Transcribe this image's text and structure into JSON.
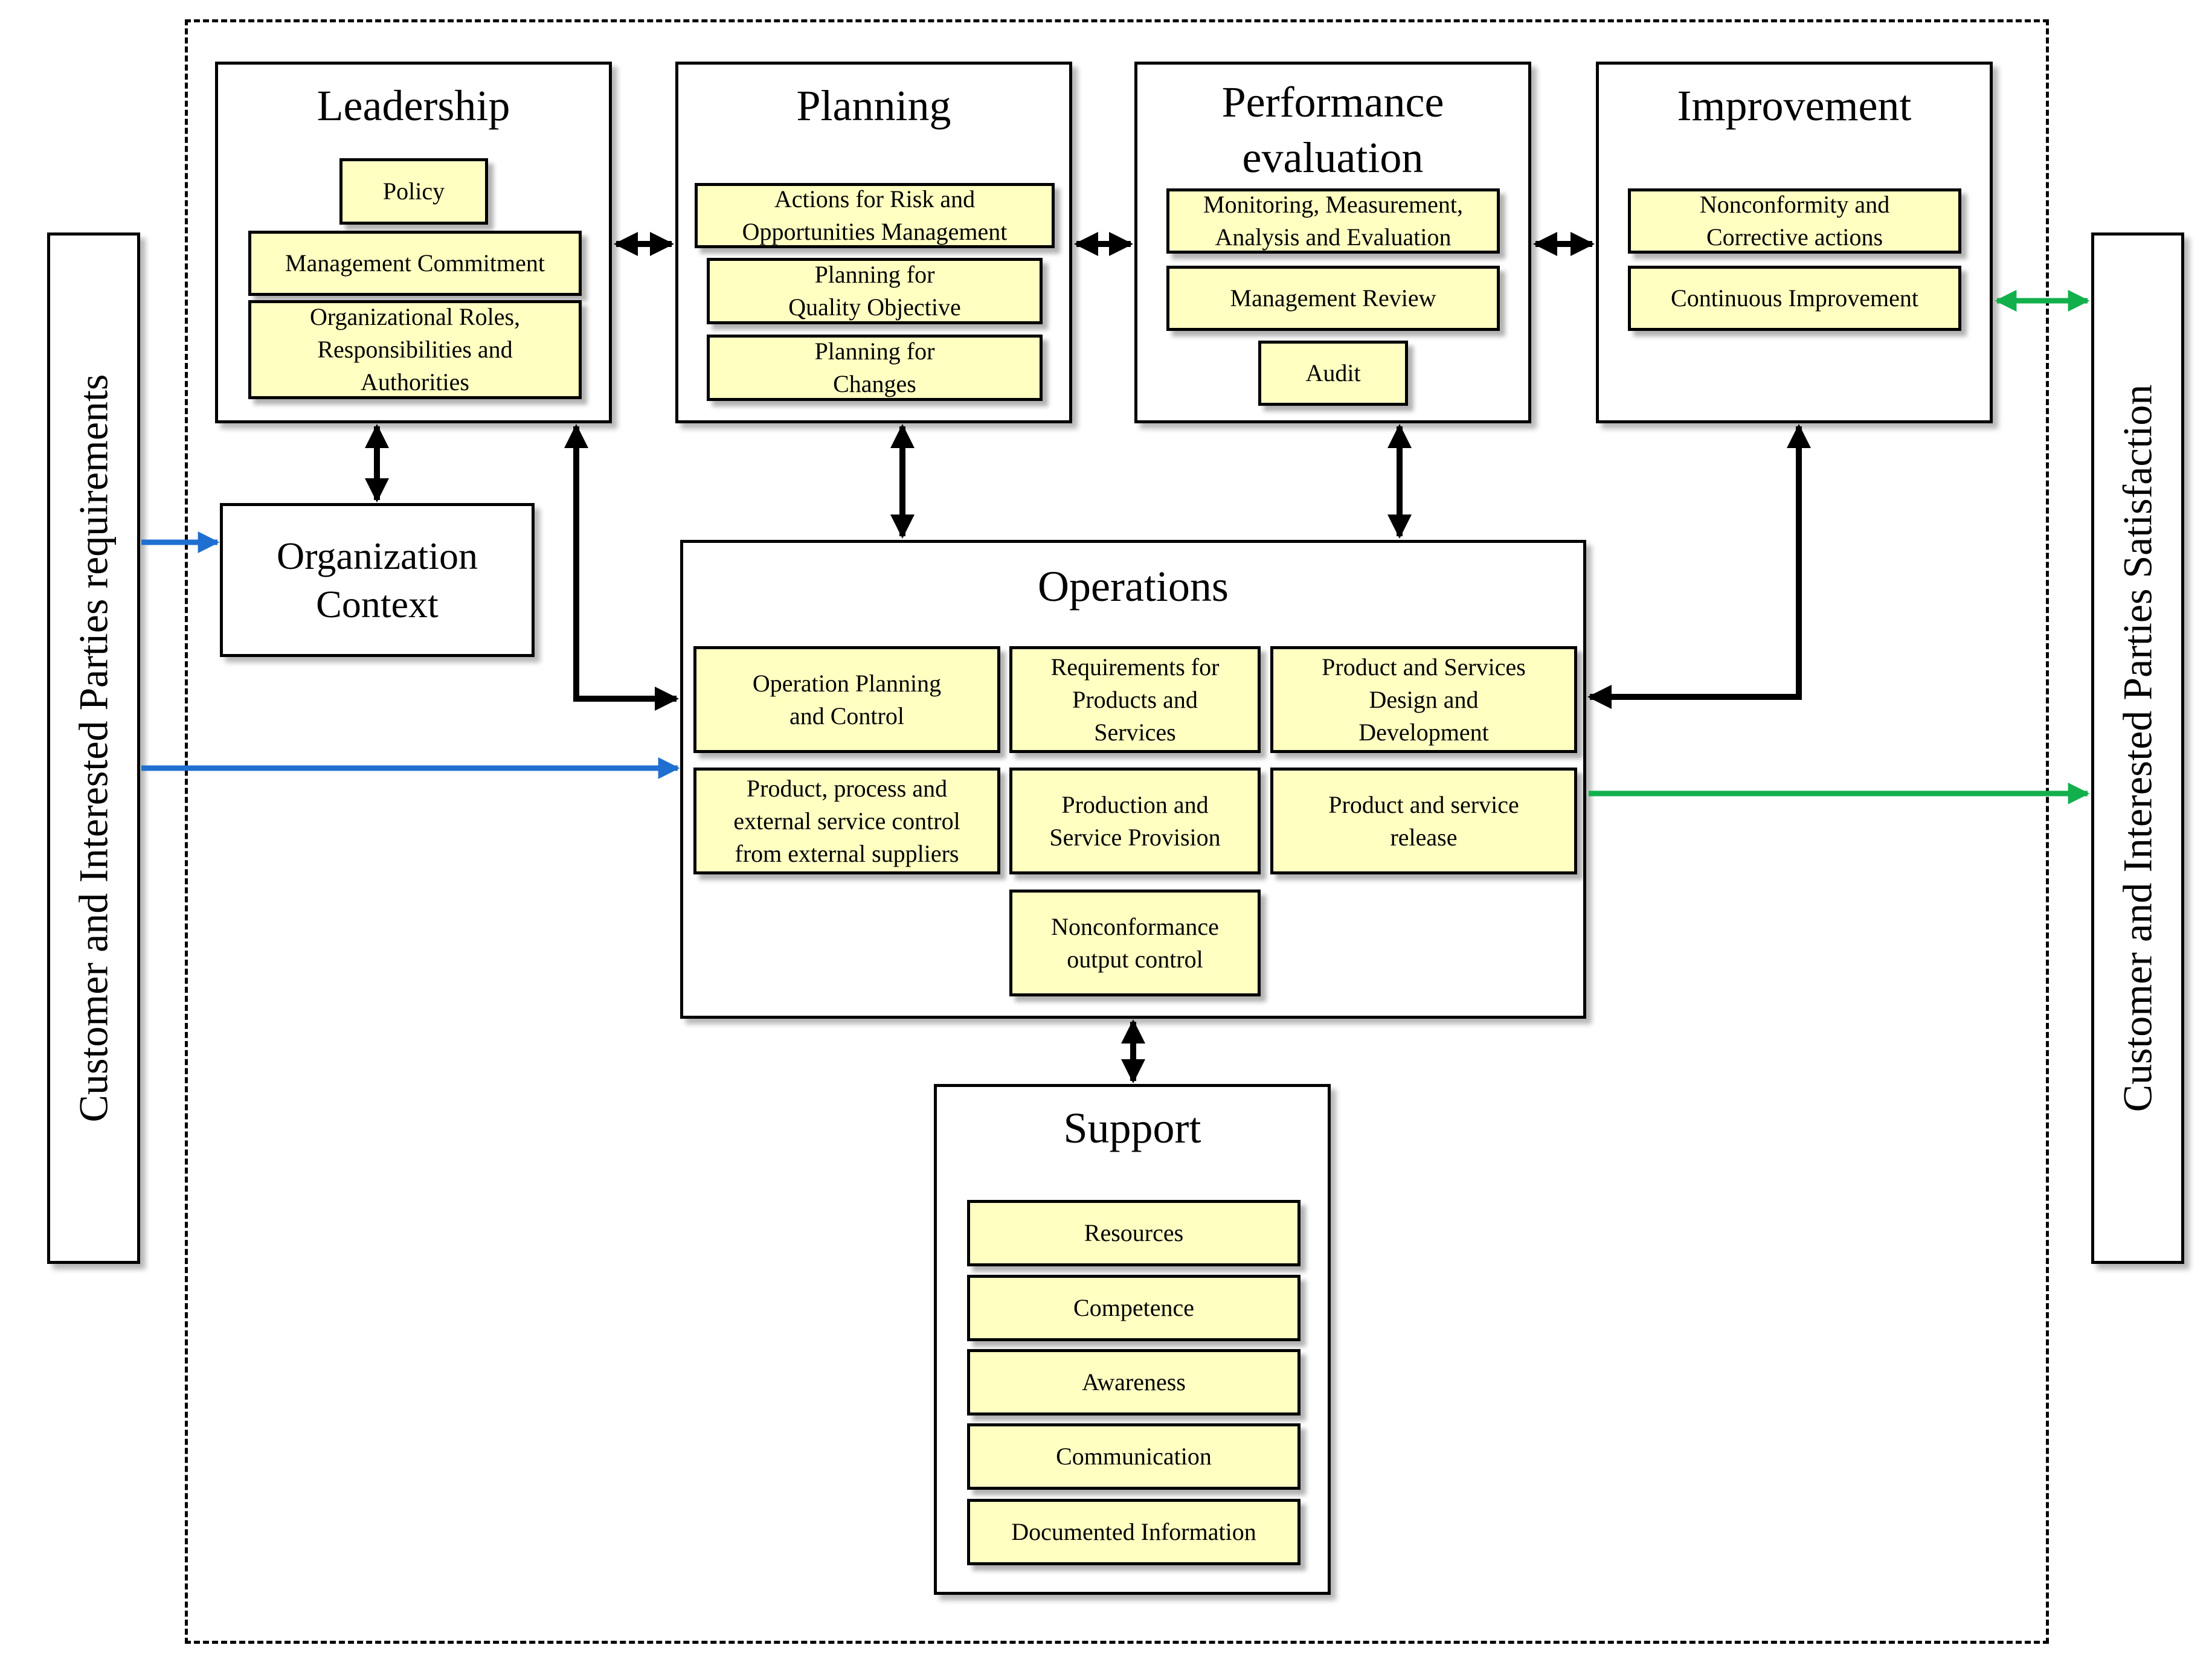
{
  "side_left": "Customer and Interested Parties requirements",
  "side_right": "Customer and Interested Parties Satisfaction",
  "leadership": {
    "title": "Leadership",
    "items": [
      "Policy",
      "Management Commitment",
      "Organizational Roles,\nResponsibilities and\nAuthorities"
    ]
  },
  "planning": {
    "title": "Planning",
    "items": [
      "Actions for Risk and\nOpportunities Management",
      "Planning for\nQuality Objective",
      "Planning for\nChanges"
    ]
  },
  "performance": {
    "title": "Performance\nevaluation",
    "items": [
      "Monitoring, Measurement,\nAnalysis and Evaluation",
      "Management Review",
      "Audit"
    ]
  },
  "improvement": {
    "title": "Improvement",
    "items": [
      "Nonconformity and\nCorrective actions",
      "Continuous Improvement"
    ]
  },
  "context": {
    "title": "Organization\nContext"
  },
  "operations": {
    "title": "Operations",
    "items": [
      "Operation Planning\nand Control",
      "Requirements for\nProducts and\nServices",
      "Product and Services\nDesign and\nDevelopment",
      "Product, process and\nexternal service control\nfrom external suppliers",
      "Production and\nService Provision",
      "Product and service\nrelease",
      "Nonconformance\noutput control"
    ]
  },
  "support": {
    "title": "Support",
    "items": [
      "Resources",
      "Competence",
      "Awareness",
      "Communication",
      "Documented Information"
    ]
  },
  "colors": {
    "item_fill": "#ffffc2",
    "input_arrow": "#1f6fd1",
    "output_arrow": "#12b04c",
    "line": "#000000"
  }
}
